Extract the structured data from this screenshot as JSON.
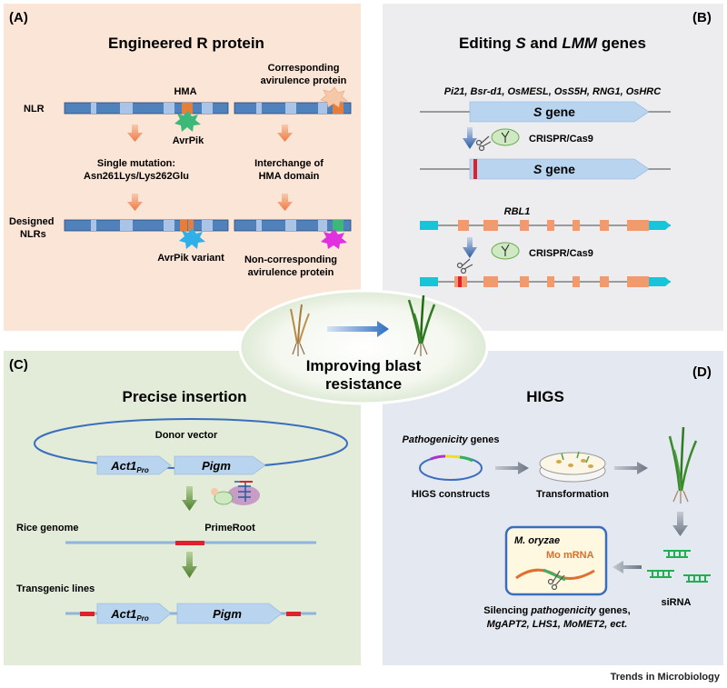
{
  "panel_a": {
    "label": "(A)",
    "title": "Engineered R protein",
    "nlr": "NLR",
    "hma": "HMA",
    "avrpik": "AvrPik",
    "corresponding_1": "Corresponding",
    "corresponding_2": "avirulence protein",
    "single_mutation_1": "Single mutation:",
    "single_mutation_2": "Asn261Lys/Lys262Glu",
    "interchange_1": "Interchange of",
    "interchange_2": "HMA domain",
    "designed_1": "Designed",
    "designed_2": "NLRs",
    "avrpik_variant": "AvrPik variant",
    "noncorr_1": "Non-corresponding",
    "noncorr_2": "avirulence protein"
  },
  "panel_b": {
    "label": "(B)",
    "title_pre": "Editing ",
    "title_s": "S",
    "title_mid": " and ",
    "title_lmm": "LMM",
    "title_post": " genes",
    "gene_list": "Pi21, Bsr-d1, OsMESL, OsS5H, RNG1, OsHRC",
    "s_gene_s": "S",
    "s_gene_word": " gene",
    "crispr": "CRISPR/Cas9",
    "rbl1": "RBL1"
  },
  "center": {
    "line1": "Improving blast",
    "line2": "resistance"
  },
  "panel_c": {
    "label": "(C)",
    "title": "Precise insertion",
    "donor_vector": "Donor vector",
    "act1": "Act1",
    "act1_sub": "Pro",
    "pigm": "Pigm",
    "prime_root": "PrimeRoot",
    "rice_genome": "Rice genome",
    "transgenic_lines": "Transgenic lines"
  },
  "panel_d": {
    "label": "(D)",
    "title": "HIGS",
    "pathogenicity_italic": "Pathogenicity",
    "pathogenicity_rest": " genes",
    "higs_constructs": "HIGS constructs",
    "transformation": "Transformation",
    "m_oryzae": "M. oryzae",
    "mo_mrna": "Mo mRNA",
    "sirna": "siRNA",
    "silencing_1_pre": "Silencing ",
    "silencing_1_italic": "pathogenicity",
    "silencing_1_post": " genes,",
    "silencing_2": "MgAPT2, LHS1, MoMET2, ect."
  },
  "footer": "Trends in Microbiology",
  "colors": {
    "panel_a_bg": "#fbe5d6",
    "panel_b_bg": "#ededf0",
    "panel_c_bg": "#e2ecd9",
    "panel_d_bg": "#e4e8f0",
    "nlr_bar": "#4f81bd",
    "nlr_light": "#a9c4e6",
    "hma_orange": "#e67e3a",
    "arrow_orange": "#f08050",
    "gene_arrow": "#b8d4ee",
    "cyan": "#17c5d8",
    "exon_orange": "#f19a6d",
    "red": "#e0202c",
    "green_arrow": "#5a8a3a",
    "green_effector": "#3cb878",
    "cyan_effector": "#30b0e8",
    "magenta_effector": "#e030e0",
    "peach_effector": "#f5c8a8"
  }
}
